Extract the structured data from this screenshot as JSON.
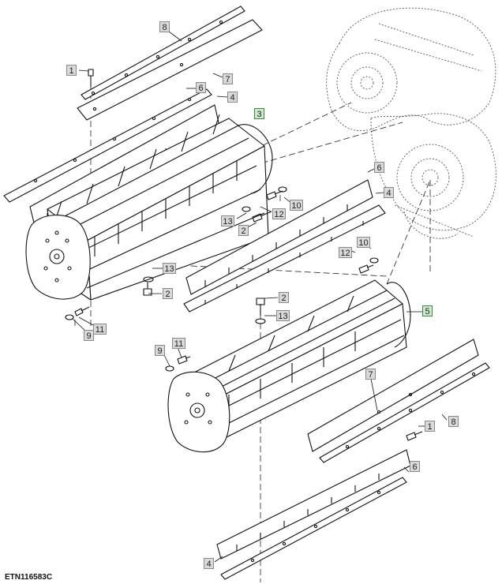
{
  "figure_id": "ETN116583C",
  "highlight_color": "#cfe8cf",
  "callouts": [
    {
      "id": "c-8-top",
      "text": "8",
      "highlight": false
    },
    {
      "id": "c-1-top",
      "text": "1",
      "highlight": false
    },
    {
      "id": "c-7-top",
      "text": "7",
      "highlight": false
    },
    {
      "id": "c-6-top",
      "text": "6",
      "highlight": false
    },
    {
      "id": "c-4-top",
      "text": "4",
      "highlight": false
    },
    {
      "id": "c-3",
      "text": "3",
      "highlight": true
    },
    {
      "id": "c-10-a",
      "text": "10",
      "highlight": false
    },
    {
      "id": "c-12-a",
      "text": "12",
      "highlight": false
    },
    {
      "id": "c-13-a",
      "text": "13",
      "highlight": false
    },
    {
      "id": "c-2-a",
      "text": "2",
      "highlight": false
    },
    {
      "id": "c-6-mid",
      "text": "6",
      "highlight": false
    },
    {
      "id": "c-4-mid",
      "text": "4",
      "highlight": false
    },
    {
      "id": "c-10-b",
      "text": "10",
      "highlight": false
    },
    {
      "id": "c-12-b",
      "text": "12",
      "highlight": false
    },
    {
      "id": "c-13-b",
      "text": "13",
      "highlight": false
    },
    {
      "id": "c-2-b",
      "text": "2",
      "highlight": false
    },
    {
      "id": "c-2-c",
      "text": "2",
      "highlight": false
    },
    {
      "id": "c-13-c",
      "text": "13",
      "highlight": false
    },
    {
      "id": "c-5",
      "text": "5",
      "highlight": true
    },
    {
      "id": "c-11-a",
      "text": "11",
      "highlight": false
    },
    {
      "id": "c-9-a",
      "text": "9",
      "highlight": false
    },
    {
      "id": "c-9-b",
      "text": "9",
      "highlight": false
    },
    {
      "id": "c-11-b",
      "text": "11",
      "highlight": false
    },
    {
      "id": "c-7-bot",
      "text": "7",
      "highlight": false
    },
    {
      "id": "c-8-bot",
      "text": "8",
      "highlight": false
    },
    {
      "id": "c-1-bot",
      "text": "1",
      "highlight": false
    },
    {
      "id": "c-6-bot",
      "text": "6",
      "highlight": false
    },
    {
      "id": "c-4-bot",
      "text": "4",
      "highlight": false
    }
  ]
}
